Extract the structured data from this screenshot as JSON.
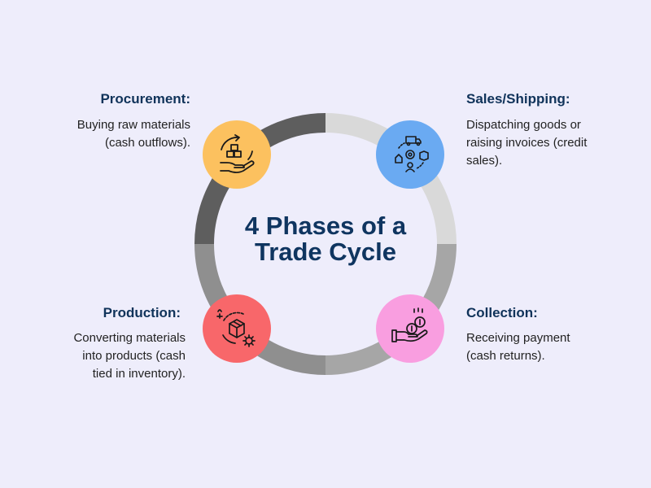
{
  "title": {
    "line1": "4 Phases of a",
    "line2": "Trade Cycle"
  },
  "colors": {
    "background": "#eeedfb",
    "title": "#0f3560",
    "procurement_circle": "#fcc15f",
    "sales_circle": "#6aaaf2",
    "production_circle": "#f8676a",
    "collection_circle": "#f99ee0",
    "ring_dark": "#5e5e5e",
    "ring_light": "#d9d9d9",
    "ring_mid": "#8f8f8f",
    "ring_midlight": "#a6a6a6"
  },
  "phases": {
    "procurement": {
      "heading": "Procurement:",
      "desc": [
        "Buying raw materials",
        "(cash outflows)."
      ],
      "icon": "hand-with-boxes-icon"
    },
    "sales": {
      "heading": "Sales/Shipping:",
      "desc": [
        "Dispatching goods or",
        "raising invoices (credit",
        "sales)."
      ],
      "icon": "delivery-network-icon"
    },
    "production": {
      "heading": "Production:",
      "desc": [
        "Converting materials",
        "into products (cash",
        "tied in inventory)."
      ],
      "icon": "box-gear-cycle-icon"
    },
    "collection": {
      "heading": "Collection:",
      "desc": [
        "Receiving payment",
        "(cash returns)."
      ],
      "icon": "hand-with-coins-icon"
    }
  }
}
